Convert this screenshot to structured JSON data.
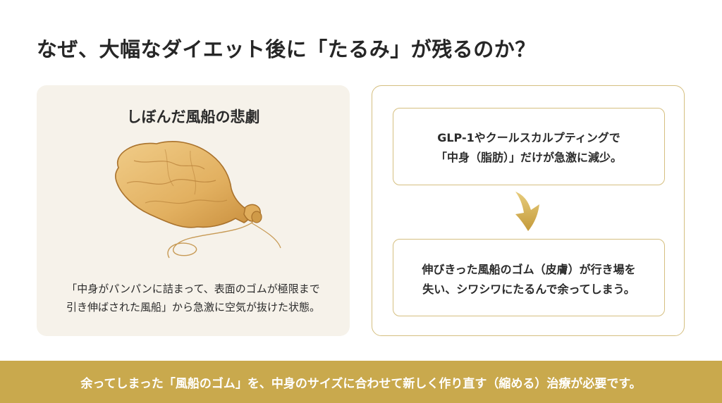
{
  "title": "なぜ、大幅なダイエット後に「たるみ」が残るのか？",
  "left_panel": {
    "heading": "しぼんだ風船の悲劇",
    "illustration": "deflated-balloon",
    "caption_lines": [
      "「中身がパンパンに詰まって、表面のゴムが極限まで",
      "引き伸ばされた風船」から急激に空気が抜けた状態。"
    ]
  },
  "right_panel": {
    "step1_lines": [
      "GLP-1やクールスカルプティングで",
      "「中身（脂肪）」だけが急激に減少。"
    ],
    "arrow_icon": "arrow-down-icon",
    "step2_lines": [
      "伸びきった風船のゴム（皮膚）が行き場を",
      "失い、シワシワにたるんで余ってしまう。"
    ]
  },
  "footer": {
    "text": "余ってしまった「風船のゴム」を、中身のサイズに合わせて新しく作り直す（縮める）治療が必要です。"
  },
  "colors": {
    "accent_gold": "#c9a94d",
    "border_gold": "#d5bf80",
    "left_panel_bg": "#f6f2ea",
    "balloon": "#e3b465",
    "text": "#262626"
  }
}
